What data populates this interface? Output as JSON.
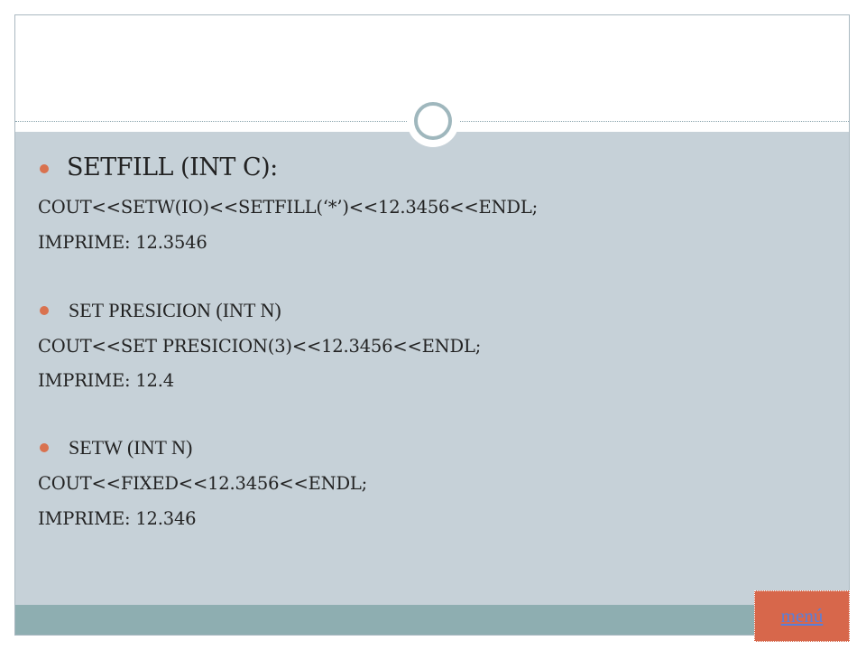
{
  "slide": {
    "items": [
      {
        "bullet": "SETFILL (INT C):",
        "code": "COUT<<SETW(IO)<<SETFILL(‘*’)<<12.3456<<ENDL;",
        "output": "IMPRIME: 12.3546"
      },
      {
        "bullet": "SET PRESICION (INT N)",
        "code": "COUT<<SET PRESICION(3)<<12.3456<<ENDL;",
        "output": "IMPRIME: 12.4"
      },
      {
        "bullet": "SETW (INT N)",
        "code": "COUT<<FIXED<<12.3456<<ENDL;",
        "output": "IMPRIME: 12.346"
      }
    ],
    "menu_label": "menú"
  },
  "colors": {
    "content_background": "#c6d1d8",
    "footer_bar": "#8eaeb1",
    "bullet": "#d9724f",
    "menu_button": "#d7674b",
    "menu_link": "#5a7fd8",
    "ornament_ring": "#9fb7bd"
  },
  "icons": {
    "ornament": "circle-ring-icon",
    "bullet": "bullet-dot-icon"
  }
}
